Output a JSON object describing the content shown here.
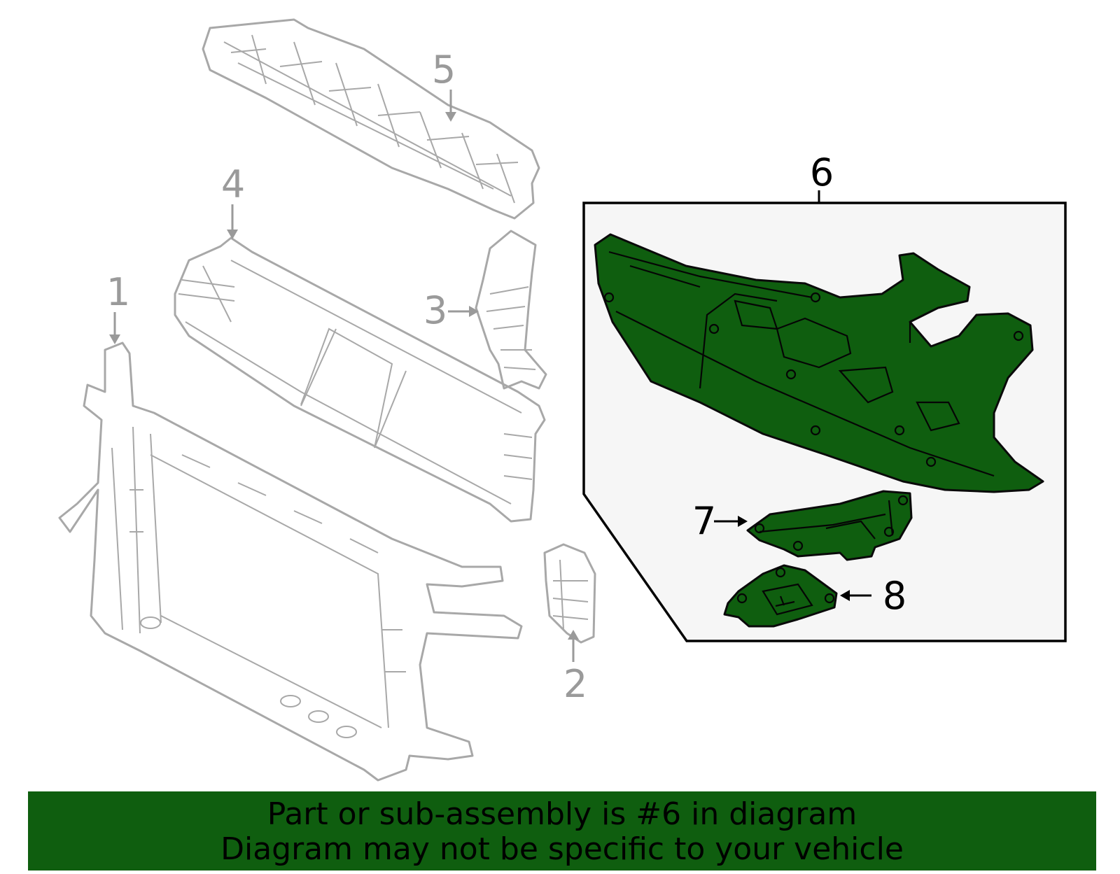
{
  "callouts": {
    "c1": "1",
    "c2": "2",
    "c3": "3",
    "c4": "4",
    "c5": "5",
    "c6": "6",
    "c7": "7",
    "c8": "8"
  },
  "colors": {
    "highlight_green": "#0f5e0f",
    "ghost_gray": "#a8a8a8",
    "inset_bg": "#f6f6f6"
  },
  "banner": {
    "line1": "Part or sub-assembly is #6 in diagram",
    "line2": "Diagram may not be specific to your vehicle"
  }
}
